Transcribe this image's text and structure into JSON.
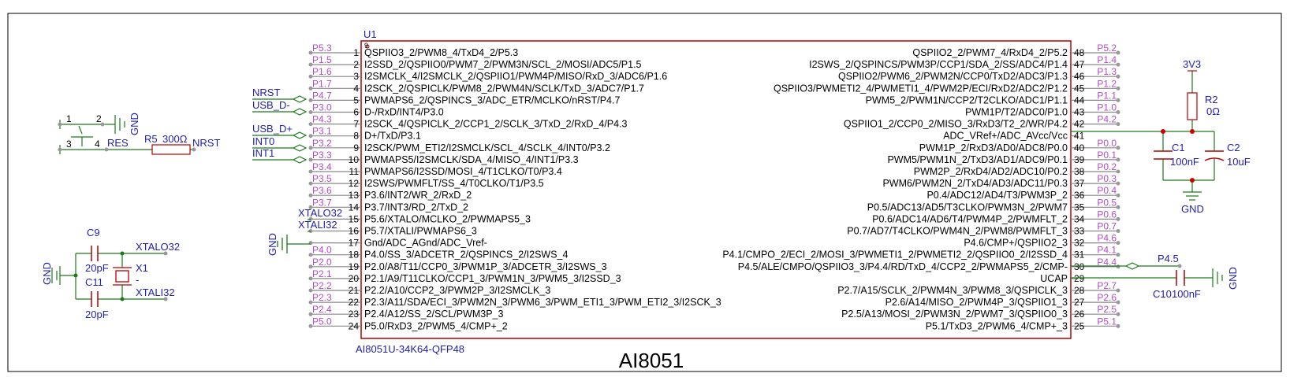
{
  "title": "AI8051",
  "chip": {
    "ref": "U1",
    "part": "AI8051U-34K64-QFP48",
    "pin1_marker": "9",
    "left_pins": [
      {
        "num": "1",
        "name": "QSPIIO3_2/PWM8_4/TxD4_2/P5.3",
        "net": "P5.3"
      },
      {
        "num": "2",
        "name": "I2SSD_2/QSPIIO0/PWM7_2/PWM3N/SCL_2/MOSI/ADC5/P1.5",
        "net": "P1.5"
      },
      {
        "num": "3",
        "name": "I2SMCLK_4/I2SMCLK_2/QSPIIO1/PWM4P/MISO/RxD_3/ADC6/P1.6",
        "net": "P1.6"
      },
      {
        "num": "4",
        "name": "I2SCK_2/QSPICLK/PWM8_2/PWM4N/SCLK/TxD_3/ADC7/P1.7",
        "net": "P1.7"
      },
      {
        "num": "5",
        "name": "PWMAPS6_2/QSPINCS_3/ADC_ETR/MCLKO/nRST/P4.7",
        "net": "P4.7"
      },
      {
        "num": "6",
        "name": "D-/RxD/INT4/P3.0",
        "net": "P3.0"
      },
      {
        "num": "7",
        "name": "I2SCK_4/QSPICLK_2/CCP1_2/SCLK_3/TxD_2/RxD_4/P4.3",
        "net": "P4.3"
      },
      {
        "num": "8",
        "name": "D+/TxD/P3.1",
        "net": "P3.1"
      },
      {
        "num": "9",
        "name": "I2SCK/PWM_ETI2/I2SMCLK/SCL_4/SCLK_4/INT0/P3.2",
        "net": "P3.2"
      },
      {
        "num": "10",
        "name": "PWMAPS5/I2SMCLK/SDA_4/MISO_4/INT1/P3.3",
        "net": "P3.3"
      },
      {
        "num": "11",
        "name": "PWMAPS6/I2SSD/MOSI_4/T1CLKO/T0/P3.4",
        "net": "P3.4"
      },
      {
        "num": "12",
        "name": "I2SWS/PWMFLT/SS_4/T0CLKO/T1/P3.5",
        "net": "P3.5"
      },
      {
        "num": "13",
        "name": "P3.6/INT2/WR_2/RxD_2",
        "net": "P3.6"
      },
      {
        "num": "14",
        "name": "P3.7/INT3/RD_2/TxD_2",
        "net": "P3.7"
      },
      {
        "num": "15",
        "name": "P5.6/XTALO/MCLKO_2/PWMAPS5_3",
        "net": "XTALO32"
      },
      {
        "num": "16",
        "name": "P5.7/XTALI/PWMAPS6_3",
        "net": "XTALI32"
      },
      {
        "num": "17",
        "name": "Gnd/ADC_AGnd/ADC_Vref-",
        "net": "GND"
      },
      {
        "num": "18",
        "name": "P4.0/SS_3/ADCETR_2/QSPINCS_2/I2SWS_4",
        "net": "P4.0"
      },
      {
        "num": "19",
        "name": "P2.0/A8/T11/CCP0_3/PWM1P_3/ADCETR_3/I2SWS_3",
        "net": "P2.0"
      },
      {
        "num": "20",
        "name": "P2.1/A9/T11CLKO/CCP1_3/PWM1N_3/PWM5_3/I2SSD_3",
        "net": "P2.1"
      },
      {
        "num": "21",
        "name": "P2.2/A10/CCP2_3/PWM2P_3/I2SMCLK_3",
        "net": "P2.2"
      },
      {
        "num": "22",
        "name": "P2.3/A11/SDA/ECI_3/PWM2N_3/PWM6_3/PWM_ETI1_3/PWM_ETI2_3/I2SCK_3",
        "net": "P2.3"
      },
      {
        "num": "23",
        "name": "P2.4/A12/SS_2/SCL/PWM3P_3",
        "net": "P2.4"
      },
      {
        "num": "24",
        "name": "P5.0/RxD3_2/PWM5_4/CMP+_2",
        "net": "P5.0"
      }
    ],
    "right_pins": [
      {
        "num": "48",
        "name": "QSPIIO2_2/PWM7_4/RxD4_2/P5.2",
        "net": "P5.2"
      },
      {
        "num": "47",
        "name": "I2SWS_2/QSPINCS/PWM3P/CCP1/SDA_2/SS/ADC4/P1.4",
        "net": "P1.4"
      },
      {
        "num": "46",
        "name": "QSPIIO2/PWM6_2/PWM2N/CCP0/TxD2/ADC3/P1.3",
        "net": "P1.3"
      },
      {
        "num": "45",
        "name": "QSPIIO3/PWMETI2_4/PWMETI1_4/PWM2P/ECI/RxD2/ADC2/P1.2",
        "net": "P1.2"
      },
      {
        "num": "44",
        "name": "PWM5_2/PWM1N/CCP2/T2CLKO/ADC1/P1.1",
        "net": "P1.1"
      },
      {
        "num": "43",
        "name": "PWM1P/T2/ADC0/P1.0",
        "net": "P1.0"
      },
      {
        "num": "42",
        "name": "QSPIIO1_2/CCP0_2/MISO_3/RxD3/T2_2/WR/P4.2",
        "net": "P4.2"
      },
      {
        "num": "41",
        "name": "ADC_VRef+/ADC_AVcc/Vcc",
        "net": ""
      },
      {
        "num": "40",
        "name": "PWM1P_2/RxD3/AD0/ADC8/P0.0",
        "net": "P0.0"
      },
      {
        "num": "39",
        "name": "PWM5/PWM1N_2/TxD3/AD1/ADC9/P0.1",
        "net": "P0.1"
      },
      {
        "num": "38",
        "name": "PWM2P_2/RxD4/AD2/ADC10/P0.2",
        "net": "P0.2"
      },
      {
        "num": "37",
        "name": "PWM6/PWM2N_2/TxD4/AD3/ADC11/P0.3",
        "net": "P0.3"
      },
      {
        "num": "36",
        "name": "P0.4/ADC12/AD4/T3/PWM3P_2",
        "net": "P0.4"
      },
      {
        "num": "35",
        "name": "P0.5/ADC13/AD5/T3CLKO/PWM3N_2/PWM7",
        "net": "P0.5"
      },
      {
        "num": "34",
        "name": "P0.6/ADC14/AD6/T4/PWM4P_2/PWMFLT_2",
        "net": "P0.6"
      },
      {
        "num": "33",
        "name": "P0.7/AD7/T4CLKO/PWM4N_2/PWM8/PWMFLT_3",
        "net": "P0.7"
      },
      {
        "num": "32",
        "name": "P4.6/CMP+/QSPIIO2_3",
        "net": "P4.6"
      },
      {
        "num": "31",
        "name": "P4.1/CMPO_2/ECI_2/MOSI_3/PWMETI1_2/PWMETI2_2/QSPIIO0_2/I2SSD_4",
        "net": "P4.1"
      },
      {
        "num": "30",
        "name": "P4.5/ALE/CMPO/QSPIIO3_3/P4.4/RD/TxD_4/CCP2_2/PWMAPS5_2/CMP-",
        "net": "P4.4"
      },
      {
        "num": "29",
        "name": "UCAP",
        "net": ""
      },
      {
        "num": "28",
        "name": "P2.7/A15/SCLK_2/PWM4N_3/PWM8_3/QSPICLK_3",
        "net": "P2.7"
      },
      {
        "num": "27",
        "name": "P2.6/A14/MISO_2/PWM4P_3/QSPIIO1_3",
        "net": "P2.6"
      },
      {
        "num": "26",
        "name": "P2.5/A13/MOSI_2/PWM3N_2/PWM7_3/QSPIIO0_3",
        "net": "P2.5"
      },
      {
        "num": "25",
        "name": "P5.1/TxD3_2/PWM6_4/CMP+_3",
        "net": "P5.1"
      }
    ]
  },
  "left_nets": {
    "nrst": "NRST",
    "usb_dm": "USB_D-",
    "usb_dp": "USB_D+",
    "int0": "INT0",
    "int1": "INT1"
  },
  "reset_circuit": {
    "sw_pins": [
      "1",
      "2",
      "3",
      "4"
    ],
    "gnd": "GND",
    "res_net": "RES",
    "resistor_ref": "R5",
    "resistor_value": "300Ω",
    "out_net": "NRST"
  },
  "crystal_circuit": {
    "c9_ref": "C9",
    "c9_value": "20pF",
    "c11_ref": "C11",
    "c11_value": "20pF",
    "xtal_ref": "X1",
    "xtal_value": "-",
    "net_out": "XTALO32",
    "net_in": "XTALI32",
    "gnd": "GND"
  },
  "power_circuit": {
    "vcc": "3V3",
    "r2_ref": "R2",
    "r2_value": "0Ω",
    "c1_ref": "C1",
    "c1_value": "100nF",
    "c2_ref": "C2",
    "c2_value": "10uF",
    "gnd": "GND"
  },
  "ucap_circuit": {
    "net": "P4.5",
    "c10_ref": "C10",
    "c10_value": "100nF",
    "gnd": "GND"
  },
  "colors": {
    "frame": "#000000",
    "chip_border": "#b40000",
    "wire": "#1a7a1a",
    "pin_net": "#b34cc6",
    "pin_num": "#000000",
    "net_label": "#1f1fa8",
    "power": "#cc0000"
  }
}
